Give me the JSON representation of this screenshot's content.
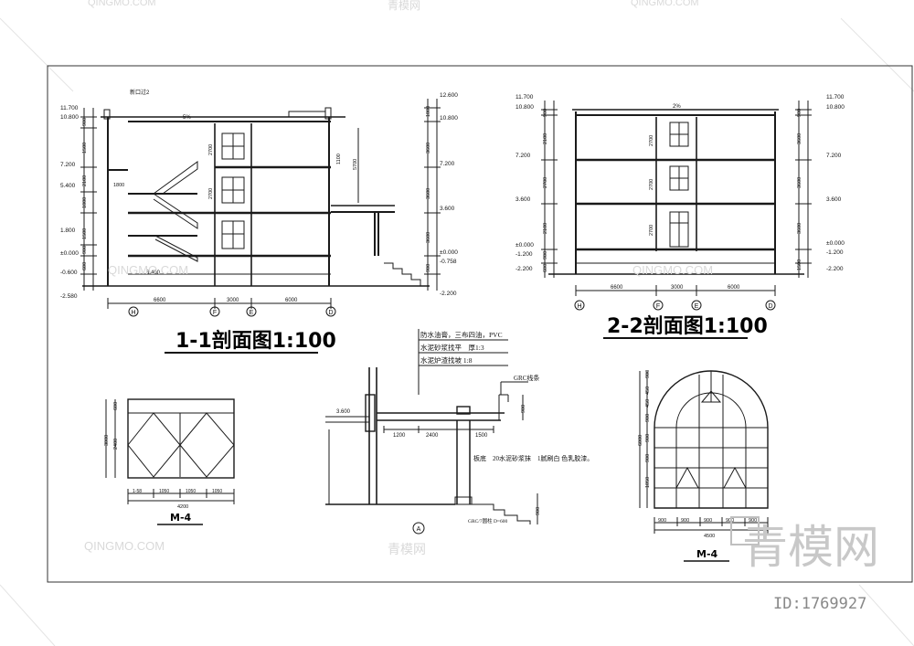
{
  "section_1": {
    "title": "1-1剖面图1:100",
    "left_levels": [
      "11.700",
      "10.800",
      "7.200",
      "5.400",
      "1.800",
      "±0.000",
      "-0.600",
      "-2.580"
    ],
    "right_levels": [
      "12.600",
      "10.800",
      "7.200",
      "3.600",
      "±0.000",
      "-0.758",
      "-2.200"
    ],
    "left_dims": [
      "900",
      "1500",
      "2100",
      "1800",
      "1500",
      "900",
      "600"
    ],
    "right_dims": [
      "1800",
      "3600",
      "3600",
      "3600",
      "900"
    ],
    "inner_dims": [
      "2700",
      "2700",
      "5700",
      "1100",
      "1800"
    ],
    "bottom_dims": [
      "6600",
      "3000",
      "6000"
    ],
    "axes": [
      "H",
      "F",
      "E",
      "D"
    ],
    "callout": "新口过2",
    "slope_label": "5%",
    "stair_label": "3.400"
  },
  "section_2": {
    "title": "2-2剖面图1:100",
    "left_levels": [
      "11.700",
      "10.800",
      "7.200",
      "3.600",
      "±0.000",
      "-1.200",
      "-2.200"
    ],
    "right_levels": [
      "11.700",
      "10.800",
      "7.200",
      "3.600",
      "±0.000",
      "-1.200",
      "-2.200"
    ],
    "left_dims": [
      "900",
      "2100",
      "2700",
      "2100",
      "900",
      "600"
    ],
    "right_dims": [
      "900",
      "3600",
      "3600",
      "3600",
      "1500"
    ],
    "inner_dims": [
      "2700",
      "2700",
      "2700"
    ],
    "bottom_dims": [
      "6600",
      "3000",
      "6000"
    ],
    "axes": [
      "H",
      "F",
      "E",
      "D"
    ],
    "slope_label": "2%"
  },
  "door_elevation": {
    "title": "M-4",
    "height_dims": [
      "600",
      "2400",
      "3000"
    ],
    "width_dims": [
      "1-58",
      "1050",
      "1050",
      "1050"
    ],
    "total_width": "4200"
  },
  "canopy_detail": {
    "notes": [
      "防水油膏，三布四油，PVC",
      "水泥砂浆找平　厚1:3",
      "水泥炉渣找坡 1:8"
    ],
    "grc_label": "GRC线条",
    "level": "3.600",
    "dims": [
      "1200",
      "2400",
      "1500",
      "900",
      "900"
    ],
    "column_note": "GRC/7圆柱\nD=600",
    "slab_note": "板底　20水泥砂浆抹　1腻刷白\n色乳胶漆。",
    "axis": "A"
  },
  "window_elevation": {
    "title": "M-4",
    "height_dims": [
      "900",
      "450",
      "450",
      "900",
      "900",
      "900",
      "1050",
      "6000"
    ],
    "width_dims": [
      "900",
      "900",
      "900",
      "900",
      "900"
    ],
    "total_width": "4500"
  },
  "watermark": {
    "brand_cn": "青模网",
    "brand_en": "QINGMO.COM",
    "image_id": "ID:1769927"
  },
  "colors": {
    "line": "#1a1a1a",
    "watermark": "#d9d9d9",
    "id_text": "#888888"
  }
}
